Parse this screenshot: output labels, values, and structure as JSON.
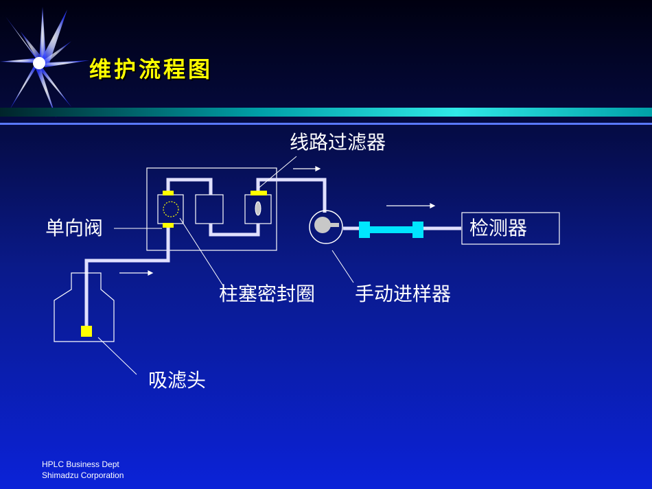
{
  "slide": {
    "title": "维护流程图",
    "footer_line1": "HPLC Business Dept",
    "footer_line2": "Shimadzu Corporation"
  },
  "diagram": {
    "labels": {
      "line_filter": "线路过滤器",
      "check_valve": "单向阀",
      "detector": "检测器",
      "plunger_seal": "柱塞密封圈",
      "manual_injector": "手动进样器",
      "suction_filter": "吸滤头"
    }
  },
  "colors": {
    "title": "#ffff00",
    "line": "#ffffff",
    "tube": "#e0e0ff",
    "fitting": "#ffff00",
    "column": "#00e6ff",
    "background_top": "#000010",
    "background_bottom": "#0b22d8"
  }
}
